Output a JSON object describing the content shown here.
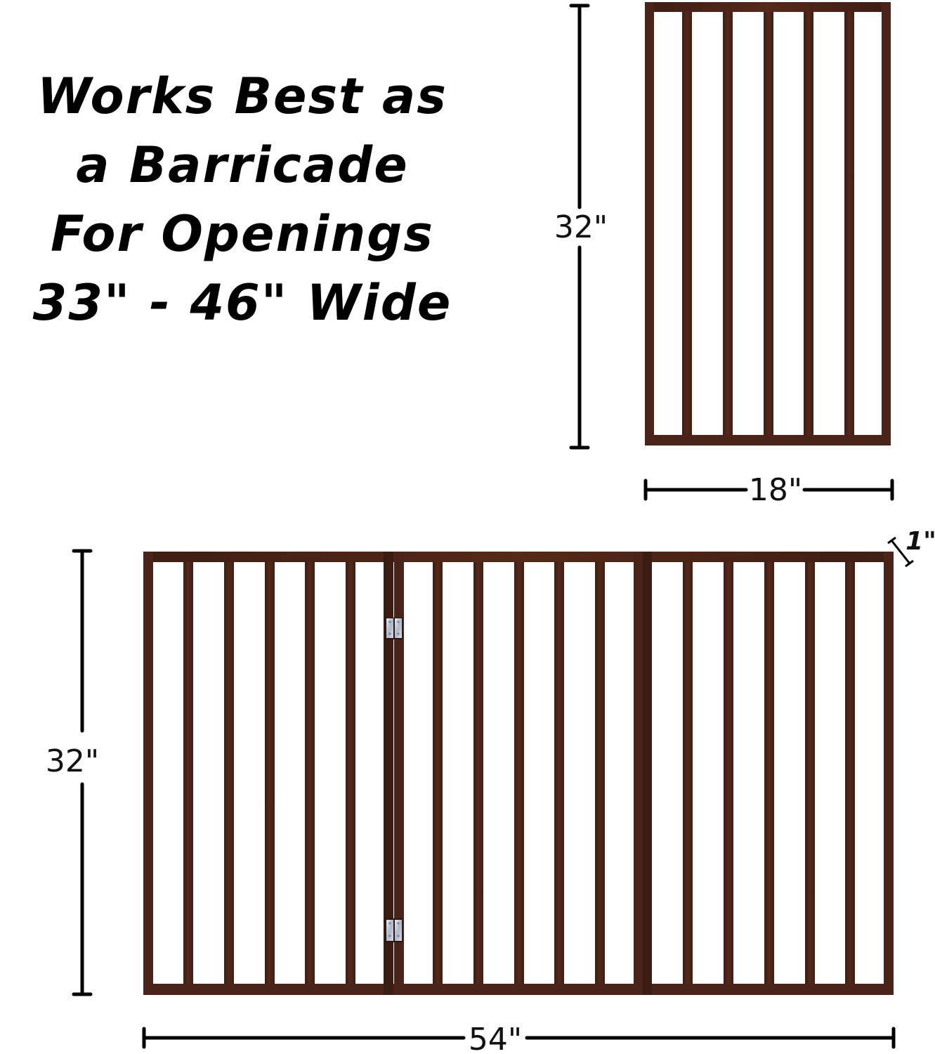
{
  "headline": {
    "lines": [
      "Works Best as",
      "a Barricade",
      "For Openings",
      "33\" - 46\" Wide"
    ]
  },
  "small_panel": {
    "height_label": "32\"",
    "width_label": "18\"",
    "bar_count": 5
  },
  "full_gate": {
    "height_label": "32\"",
    "width_label": "54\"",
    "thickness_label": "1\"",
    "panel_count": 3,
    "bars_per_panel": 5,
    "hinge_count": 2
  },
  "colors": {
    "wood": "#4a2418",
    "wood_dark": "#3b1c12",
    "hinge": "#b9c3d4",
    "dimension_lines": "#000000",
    "background": "#ffffff"
  }
}
